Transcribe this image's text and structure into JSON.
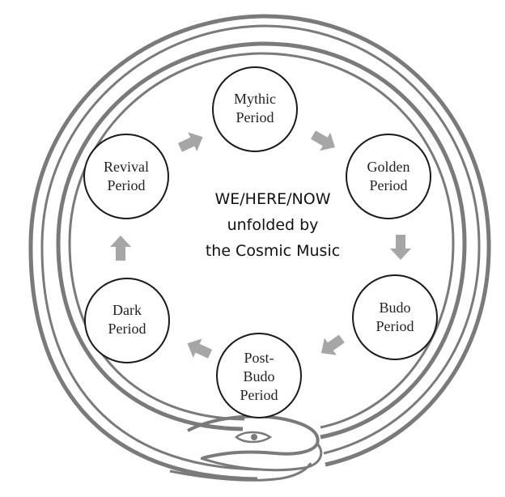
{
  "center": {
    "line1": "WE/HERE/NOW",
    "line2": "unfolded by",
    "line3": "the Cosmic Music"
  },
  "periods": [
    {
      "id": "mythic",
      "lines": [
        "Mythic",
        "Period"
      ]
    },
    {
      "id": "golden",
      "lines": [
        "Golden",
        "Period"
      ]
    },
    {
      "id": "budo",
      "lines": [
        "Budo",
        "Period"
      ]
    },
    {
      "id": "postbudo",
      "lines": [
        "Post-",
        "Budo",
        "Period"
      ]
    },
    {
      "id": "dark",
      "lines": [
        "Dark",
        "Period"
      ]
    },
    {
      "id": "revival",
      "lines": [
        "Revival",
        "Period"
      ]
    }
  ],
  "colors": {
    "ring": "#7a7a7a",
    "arrow": "#a6a6a6",
    "circle_stroke": "#1a1a1a"
  },
  "icons": {
    "serpent": "ouroboros-serpent-icon",
    "arrow": "cycle-arrow-icon"
  }
}
